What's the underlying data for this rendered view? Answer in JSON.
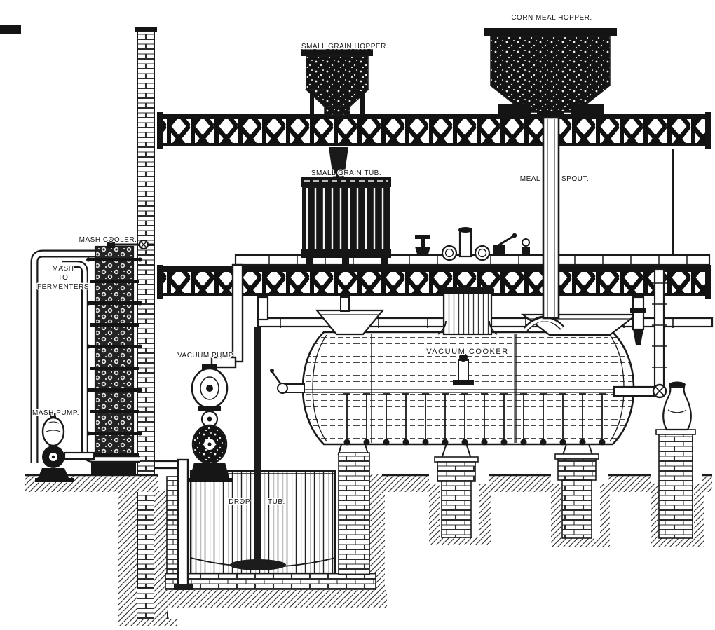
{
  "colors": {
    "ink": "#1a1a1a",
    "paper": "#ffffff"
  },
  "labels": {
    "corn_meal_hopper": "CORN MEAL HOPPER.",
    "small_grain_hopper": "SMALL GRAIN HOPPER.",
    "small_grain_tub": "SMALL GRAIN TUB.",
    "meal_spout": {
      "left": "MEAL",
      "right": "SPOUT."
    },
    "mash_cooler": "MASH COOLER.",
    "mash_to_fermenters": [
      "MASH",
      "TO",
      "FERMENTERS"
    ],
    "vacuum_pump": "VACUUM PUMP",
    "mash_pump": "MASH PUMP.",
    "vacuum_cooker": "VACUUM COOKER",
    "drop_tub": {
      "left": "DROP",
      "right": "TUB."
    }
  }
}
